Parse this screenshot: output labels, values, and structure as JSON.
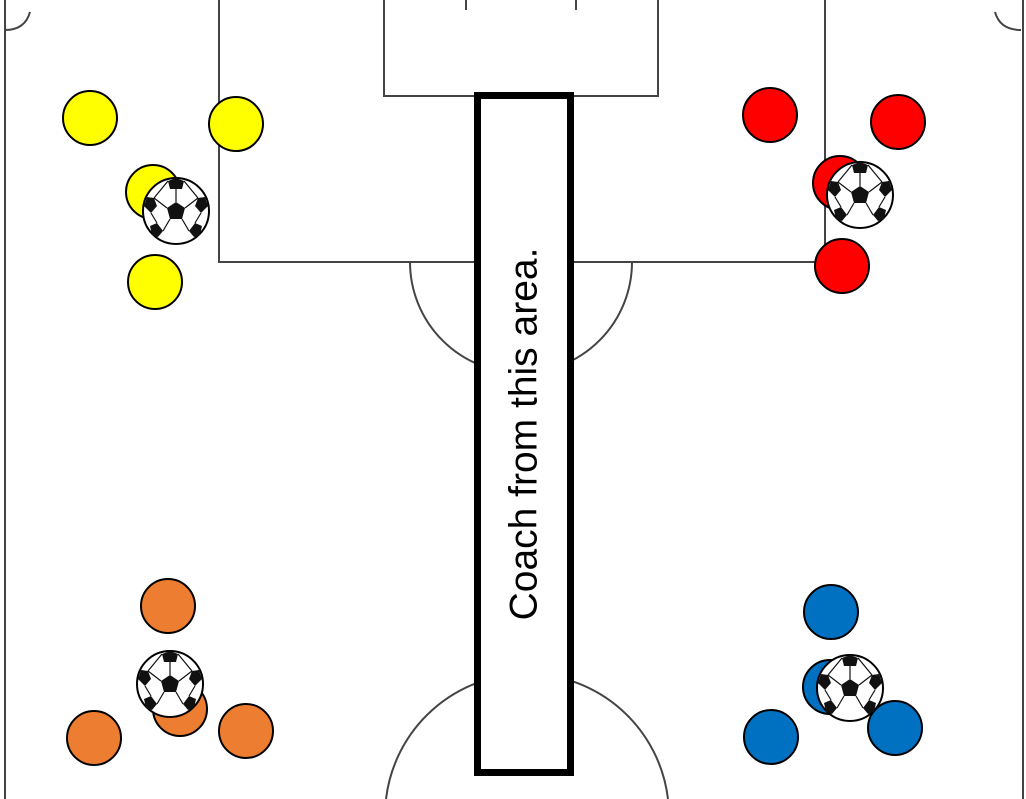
{
  "coach_area": {
    "label": "Coach from this area."
  },
  "colors": {
    "yellow_team": "#FFFF00",
    "red_team": "#FF0000",
    "orange_team": "#ED7D31",
    "blue_team": "#0070C0",
    "field_lines": "#444444",
    "coach_box_border": "#000000"
  },
  "groups": [
    {
      "name": "yellow-group",
      "color": "#FFFF00",
      "players": 4,
      "balls": 1
    },
    {
      "name": "red-group",
      "color": "#FF0000",
      "players": 4,
      "balls": 1
    },
    {
      "name": "orange-group",
      "color": "#ED7D31",
      "players": 4,
      "balls": 1
    },
    {
      "name": "blue-group",
      "color": "#0070C0",
      "players": 4,
      "balls": 1
    }
  ]
}
